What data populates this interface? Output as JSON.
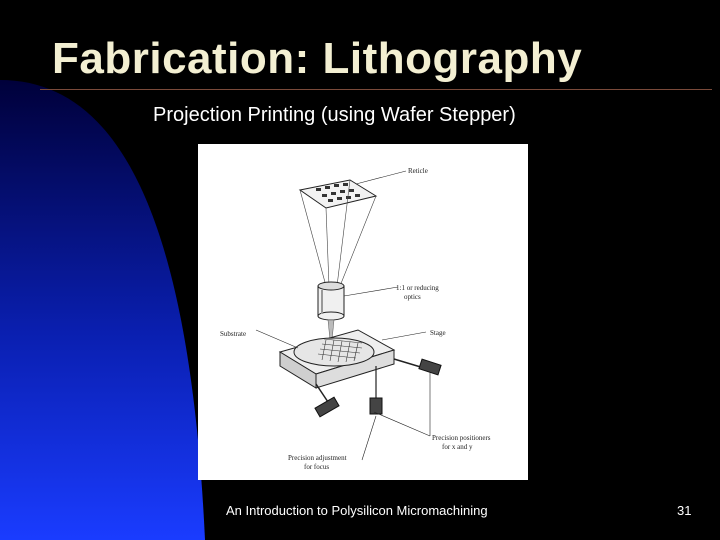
{
  "slide": {
    "title": "Fabrication: Lithography",
    "subtitle": "Projection Printing (using Wafer Stepper)",
    "footer": "An Introduction to Polysilicon Micromachining",
    "page_number": "31",
    "colors": {
      "background": "#000000",
      "blue_gradient_light": "#1a3cff",
      "blue_gradient_dark": "#00003a",
      "title_text": "#f3efd2",
      "body_text": "#ffffff"
    }
  },
  "figure": {
    "labels": {
      "reticle": "Reticle",
      "optics_line1": "1:1 or reducing",
      "optics_line2": "optics",
      "stage": "Stage",
      "substrate": "Substrate",
      "positioners_line1": "Precision positioners",
      "positioners_line2": "for x and y",
      "focus_line1": "Precision adjustment",
      "focus_line2": "for focus"
    }
  }
}
